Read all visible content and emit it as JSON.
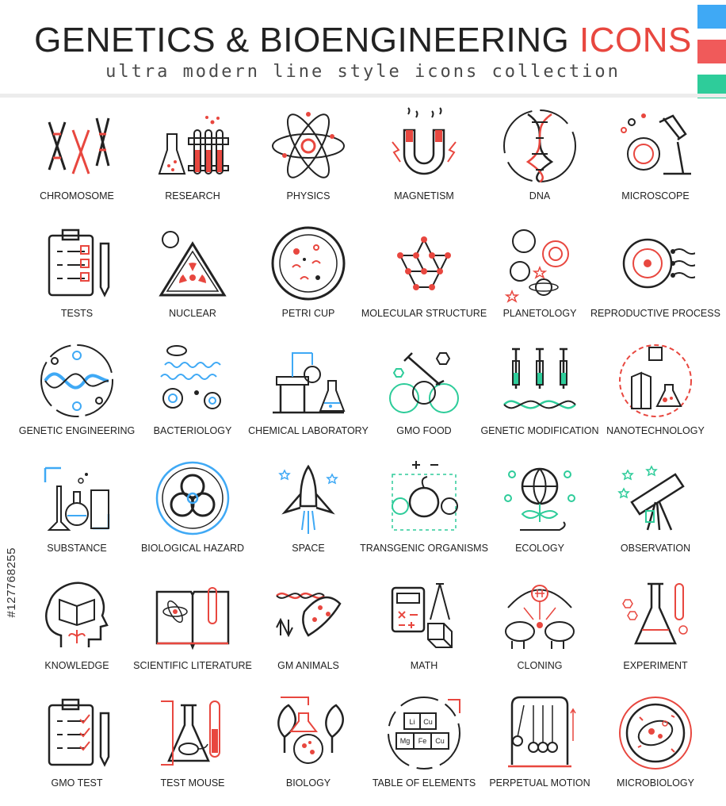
{
  "header": {
    "title_main": "GENETICS & BIOENGINEERING",
    "title_accent": "ICONS",
    "subtitle": "ultra modern line style icons collection"
  },
  "side_code": "#127768255",
  "colors": {
    "swatches": [
      "#3fa9f5",
      "#f05a5a",
      "#2ecc9a"
    ],
    "line": "#222222",
    "red": "#e8473f",
    "blue": "#3fa9f5",
    "green": "#2ecc9a"
  },
  "icons": [
    {
      "label": "CHROMOSOME",
      "icon": "chromosome-icon",
      "accent": "red"
    },
    {
      "label": "RESEARCH",
      "icon": "research-icon",
      "accent": "red"
    },
    {
      "label": "PHYSICS",
      "icon": "physics-icon",
      "accent": "red"
    },
    {
      "label": "MAGNETISM",
      "icon": "magnetism-icon",
      "accent": "red"
    },
    {
      "label": "DNA",
      "icon": "dna-icon",
      "accent": "red"
    },
    {
      "label": "MICROSCOPE",
      "icon": "microscope-icon",
      "accent": "red"
    },
    {
      "label": "TESTS",
      "icon": "tests-icon",
      "accent": "red"
    },
    {
      "label": "NUCLEAR",
      "icon": "nuclear-icon",
      "accent": "red"
    },
    {
      "label": "PETRI CUP",
      "icon": "petri-cup-icon",
      "accent": "red"
    },
    {
      "label": "MOLECULAR STRUCTURE",
      "icon": "molecular-structure-icon",
      "accent": "red"
    },
    {
      "label": "PLANETOLOGY",
      "icon": "planetology-icon",
      "accent": "red"
    },
    {
      "label": "REPRODUCTIVE PROCESS",
      "icon": "reproductive-process-icon",
      "accent": "red"
    },
    {
      "label": "GENETIC ENGINEERING",
      "icon": "genetic-engineering-icon",
      "accent": "blue"
    },
    {
      "label": "BACTERIOLOGY",
      "icon": "bacteriology-icon",
      "accent": "blue"
    },
    {
      "label": "CHEMICAL LABORATORY",
      "icon": "chemical-laboratory-icon",
      "accent": "blue"
    },
    {
      "label": "GMO FOOD",
      "icon": "gmo-food-icon",
      "accent": "green"
    },
    {
      "label": "GENETIC MODIFICATION",
      "icon": "genetic-modification-icon",
      "accent": "green"
    },
    {
      "label": "NANOTECHNOLOGY",
      "icon": "nanotechnology-icon",
      "accent": "red"
    },
    {
      "label": "SUBSTANCE",
      "icon": "substance-icon",
      "accent": "blue"
    },
    {
      "label": "BIOLOGICAL HAZARD",
      "icon": "biological-hazard-icon",
      "accent": "blue"
    },
    {
      "label": "SPACE",
      "icon": "space-icon",
      "accent": "blue"
    },
    {
      "label": "TRANSGENIC ORGANISMS",
      "icon": "transgenic-organisms-icon",
      "accent": "green"
    },
    {
      "label": "ECOLOGY",
      "icon": "ecology-icon",
      "accent": "green"
    },
    {
      "label": "OBSERVATION",
      "icon": "observation-icon",
      "accent": "green"
    },
    {
      "label": "KNOWLEDGE",
      "icon": "knowledge-icon",
      "accent": "red"
    },
    {
      "label": "SCIENTIFIC LITERATURE",
      "icon": "scientific-literature-icon",
      "accent": "red"
    },
    {
      "label": "GM ANIMALS",
      "icon": "gm-animals-icon",
      "accent": "red"
    },
    {
      "label": "MATH",
      "icon": "math-icon",
      "accent": "red"
    },
    {
      "label": "CLONING",
      "icon": "cloning-icon",
      "accent": "red"
    },
    {
      "label": "EXPERIMENT",
      "icon": "experiment-icon",
      "accent": "red"
    },
    {
      "label": "GMO TEST",
      "icon": "gmo-test-icon",
      "accent": "red"
    },
    {
      "label": "TEST MOUSE",
      "icon": "test-mouse-icon",
      "accent": "red"
    },
    {
      "label": "BIOLOGY",
      "icon": "biology-icon",
      "accent": "red"
    },
    {
      "label": "TABLE OF ELEMENTS",
      "icon": "table-of-elements-icon",
      "accent": "red"
    },
    {
      "label": "PERPETUAL MOTION",
      "icon": "perpetual-motion-icon",
      "accent": "red"
    },
    {
      "label": "MICROBIOLOGY",
      "icon": "microbiology-icon",
      "accent": "red"
    }
  ],
  "table_of_elements": {
    "symbols": [
      "Li",
      "Cu",
      "Mg",
      "Fe",
      "Cu"
    ]
  }
}
